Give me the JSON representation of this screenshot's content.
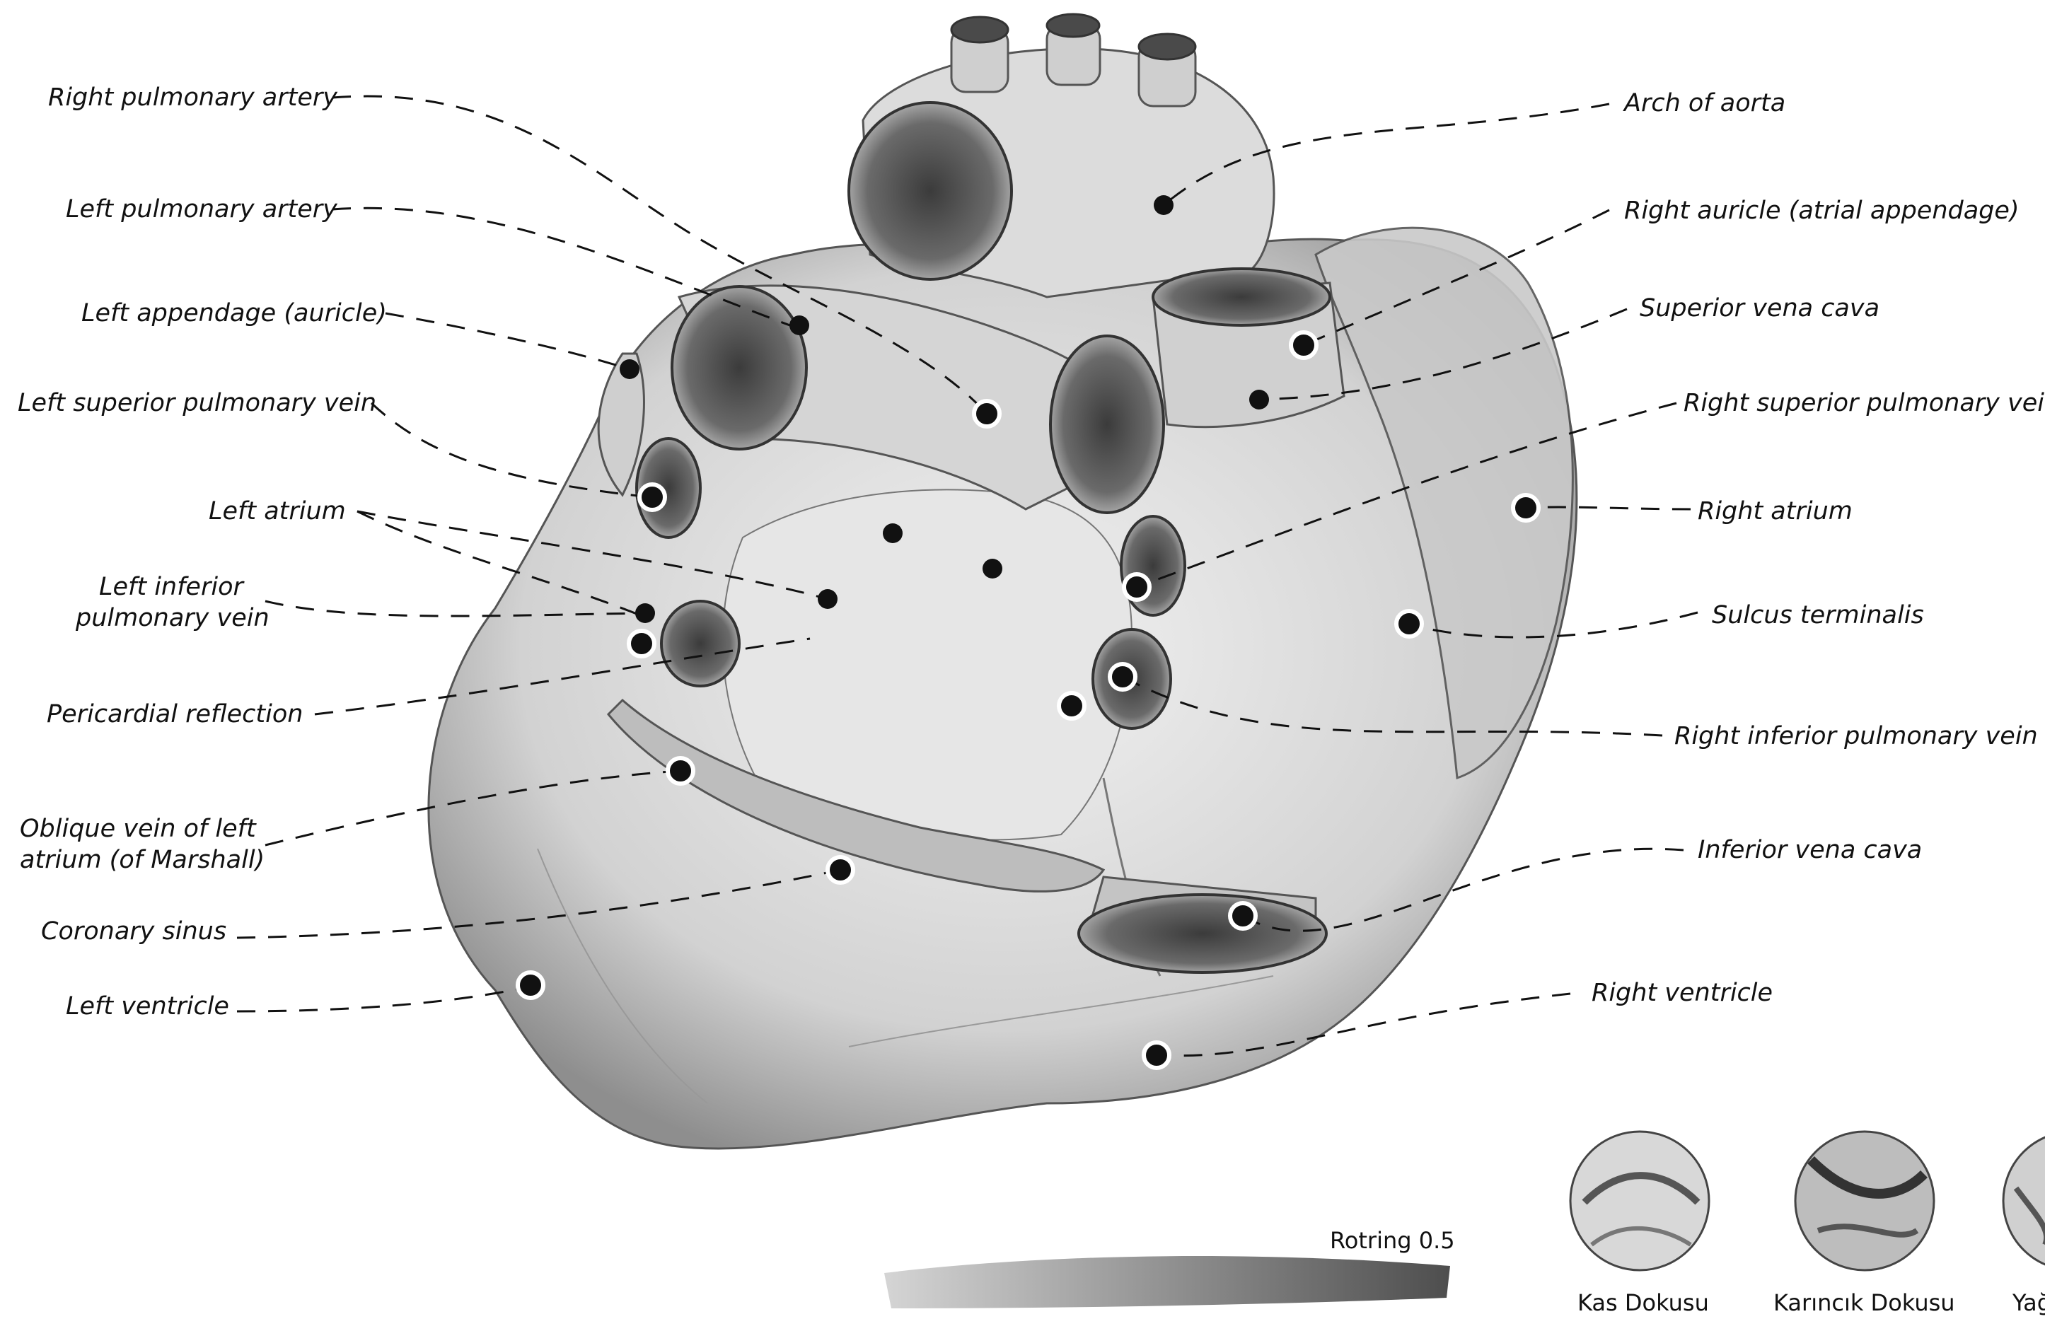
{
  "labels_left": [
    {
      "id": "right-pulmonary-artery",
      "text": "Right pulmonary artery"
    },
    {
      "id": "left-pulmonary-artery",
      "text": "Left pulmonary artery"
    },
    {
      "id": "left-appendage",
      "text": "Left appendage (auricle)"
    },
    {
      "id": "left-superior-pulmonary-vein",
      "text": "Left superior pulmonary vein"
    },
    {
      "id": "left-atrium",
      "text": "Left atrium"
    },
    {
      "id": "left-inferior-pulmonary-vein-1",
      "text": "Left inferior"
    },
    {
      "id": "left-inferior-pulmonary-vein-2",
      "text": "pulmonary vein"
    },
    {
      "id": "pericardial-reflection",
      "text": "Pericardial reflection"
    },
    {
      "id": "oblique-vein-1",
      "text": "Oblique vein of left"
    },
    {
      "id": "oblique-vein-2",
      "text": "atrium (of Marshall)"
    },
    {
      "id": "coronary-sinus",
      "text": "Coronary sinus"
    },
    {
      "id": "left-ventricle",
      "text": "Left ventricle"
    }
  ],
  "labels_right": [
    {
      "id": "arch-of-aorta",
      "text": "Arch of aorta"
    },
    {
      "id": "right-auricle",
      "text": "Right auricle (atrial appendage)"
    },
    {
      "id": "superior-vena-cava",
      "text": "Superior vena cava"
    },
    {
      "id": "right-superior-pulmonary-vein",
      "text": "Right superior pulmonary vein"
    },
    {
      "id": "right-atrium",
      "text": "Right atrium"
    },
    {
      "id": "sulcus-terminalis",
      "text": "Sulcus terminalis"
    },
    {
      "id": "right-inferior-pulmonary-vein",
      "text": "Right inferior pulmonary vein"
    },
    {
      "id": "inferior-vena-cava",
      "text": "Inferior vena cava"
    },
    {
      "id": "right-ventricle",
      "text": "Right ventricle"
    }
  ],
  "legend": {
    "pencil_label": "Rotring 0.5",
    "swatches": [
      {
        "id": "kas",
        "label": "Kas Dokusu"
      },
      {
        "id": "karincik",
        "label": "Karıncık Dokusu"
      },
      {
        "id": "yag",
        "label": "Yağ"
      }
    ]
  },
  "colors": {
    "ink": "#111111",
    "marker_fill": "#111111",
    "marker_ring": "#ffffff",
    "sketch": "#d9d9d9"
  }
}
